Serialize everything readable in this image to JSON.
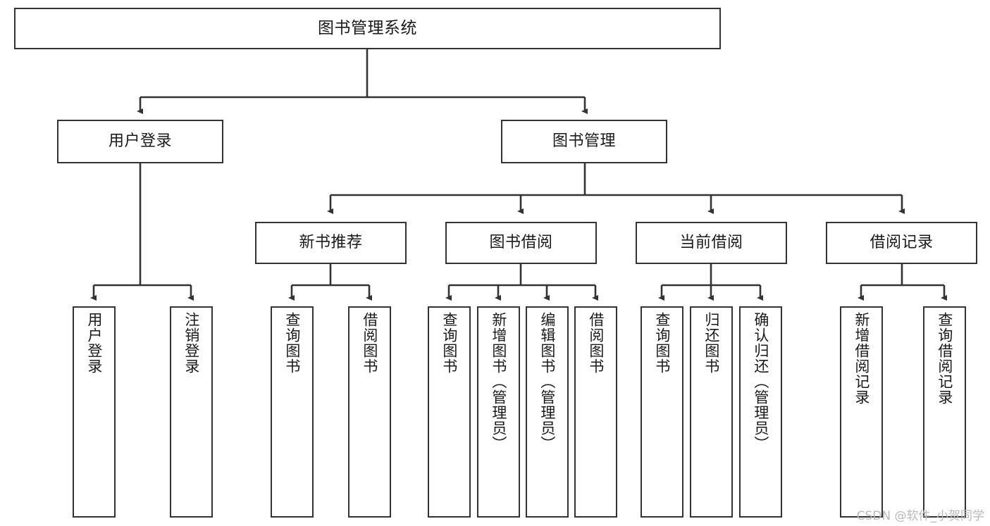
{
  "diagram": {
    "title": "图书管理系统",
    "root": {
      "label": "图书管理系统"
    },
    "level2": [
      {
        "label": "用户登录"
      },
      {
        "label": "图书管理"
      }
    ],
    "level3": [
      {
        "label": "新书推荐"
      },
      {
        "label": "图书借阅"
      },
      {
        "label": "当前借阅"
      },
      {
        "label": "借阅记录"
      }
    ],
    "leaves": {
      "user_login": [
        {
          "label": "用户登录"
        },
        {
          "label": "注销登录"
        }
      ],
      "new_book_recommend": [
        {
          "label": "查询图书"
        },
        {
          "label": "借阅图书"
        }
      ],
      "book_borrow": [
        {
          "label": "查询图书"
        },
        {
          "label": "新增图书（管理员）"
        },
        {
          "label": "编辑图书（管理员）"
        },
        {
          "label": "借阅图书"
        }
      ],
      "current_borrow": [
        {
          "label": "查询图书"
        },
        {
          "label": "归还图书"
        },
        {
          "label": "确认归还（管理员）"
        }
      ],
      "borrow_record": [
        {
          "label": "新增借阅记录"
        },
        {
          "label": "查询借阅记录"
        }
      ]
    }
  },
  "watermark": {
    "text": "CSDN @软件_小贺同学"
  },
  "colors": {
    "border": "#333333",
    "text": "#1a1a1a",
    "background": "#ffffff",
    "watermark": "#b9b9b9"
  }
}
